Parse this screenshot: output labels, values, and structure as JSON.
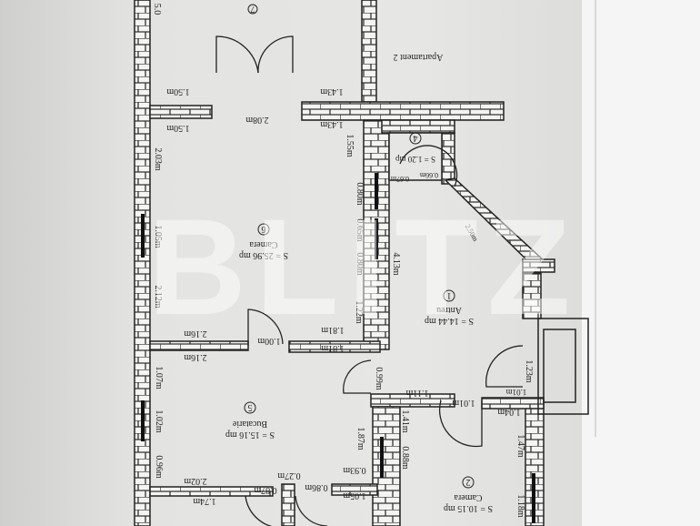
{
  "plan": {
    "annotation": "Apartament 2",
    "watermark": "BLITZ",
    "rooms": [
      {
        "number": "1",
        "name": "Antreu",
        "area": "S = 14.44 mp"
      },
      {
        "number": "2",
        "name": "Camera",
        "area": "S = 10.15 mp"
      },
      {
        "number": "4",
        "name": "",
        "area": "S = 1.20 mp"
      },
      {
        "number": "5",
        "name": "Bucatarie",
        "area": "S = 15.16 mp"
      },
      {
        "number": "6",
        "name": "Camera",
        "area": "S = 25.96 mp"
      },
      {
        "number": "7",
        "name": "",
        "area": ""
      }
    ],
    "dimensions": {
      "d_150a": "1.50m",
      "d_150b": "1.50m",
      "d_143a": "1.43m",
      "d_143b": "1.43m",
      "d_208": "2.08m",
      "d_155": "1.55m",
      "d_066": "0.66m",
      "d_067": "0.67m",
      "d_250": "2.50m",
      "d_203": "2.03m",
      "d_105": "1.05m",
      "d_212": "2.12m",
      "d_080a": "0.80m",
      "d_065": "0.65m",
      "d_080b": "0.80m",
      "d_413": "4.13m",
      "d_122": "1.22m",
      "d_216a": "2.16m",
      "d_216b": "2.16m",
      "d_100": "1.00m",
      "d_181a": "1.81m",
      "d_181b": "1.81m",
      "d_099": "0.99m",
      "d_111": "1.11m",
      "d_101a": "1.01m",
      "d_101b": "1.01m",
      "d_104": "1.04m",
      "d_123": "1.23m",
      "d_107": "1.07m",
      "d_102": "1.02m",
      "d_096": "0.96m",
      "d_187": "1.87m",
      "d_141": "1.41m",
      "d_088": "0.88m",
      "d_147": "1.47m",
      "d_118": "1.18m",
      "d_202": "2.02m",
      "d_174": "1.74m",
      "d_087": "0.87m",
      "d_027": "0.27m",
      "d_086": "0.86m",
      "d_093": "0.93m",
      "d_105b": "1.05m",
      "d_top": "5.0"
    }
  }
}
